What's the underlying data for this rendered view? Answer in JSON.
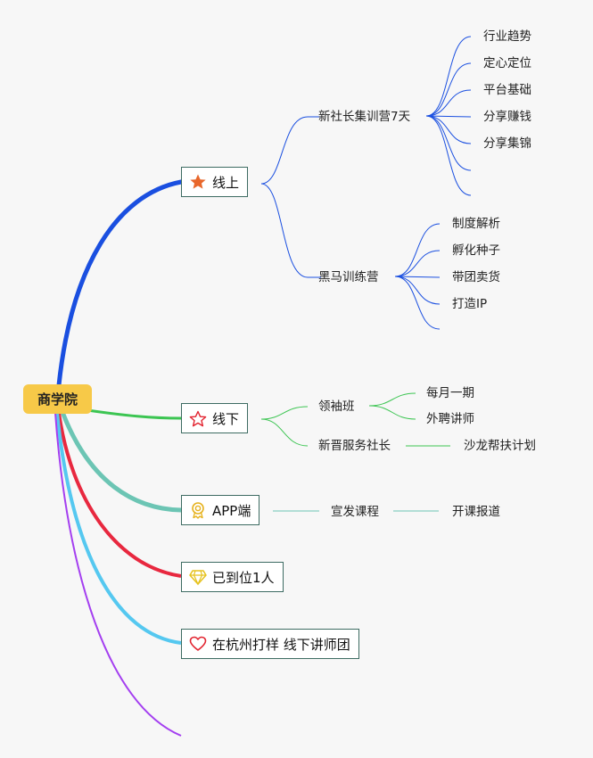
{
  "root": {
    "label": "商学院"
  },
  "branches": [
    {
      "label": "线上",
      "icon": "star-filled-icon",
      "color": "#1a4fe0",
      "children": [
        {
          "label": "新社长集训营7天",
          "leaves": [
            "行业趋势",
            "定心定位",
            "平台基础",
            "分享赚钱",
            "分享集锦",
            "",
            ""
          ]
        },
        {
          "label": "黑马训练营",
          "leaves": [
            "制度解析",
            "孵化种子",
            "带团卖货",
            "打造IP",
            ""
          ]
        }
      ]
    },
    {
      "label": "线下",
      "icon": "star-outline-icon",
      "color": "#3cc552",
      "children": [
        {
          "label": "领袖班",
          "leaves": [
            "每月一期",
            "外聘讲师"
          ]
        },
        {
          "label": "新晋服务社长",
          "leaves": [
            "沙龙帮扶计划"
          ]
        }
      ]
    },
    {
      "label": "APP端",
      "icon": "award-ribbon-icon",
      "color": "#6cc5b4",
      "children": [
        {
          "label": "宣发课程",
          "leaves": [
            "开课报道"
          ]
        }
      ]
    },
    {
      "label": "已到位1人",
      "icon": "diamond-icon",
      "color": "#e8283f",
      "children": []
    },
    {
      "label": "在杭州打样 线下讲师团",
      "icon": "heart-outline-icon",
      "color": "#55c8f0",
      "children": []
    },
    {
      "label": "",
      "icon": "",
      "color": "#a43ff0",
      "children": []
    }
  ],
  "colors": {
    "box_border": "#3d6b62",
    "root_fill": "#f7c948",
    "online_sub_link": "#1a4fe0",
    "offline_sub_link": "#3cc552",
    "app_sub_link": "#6cc5b4"
  }
}
